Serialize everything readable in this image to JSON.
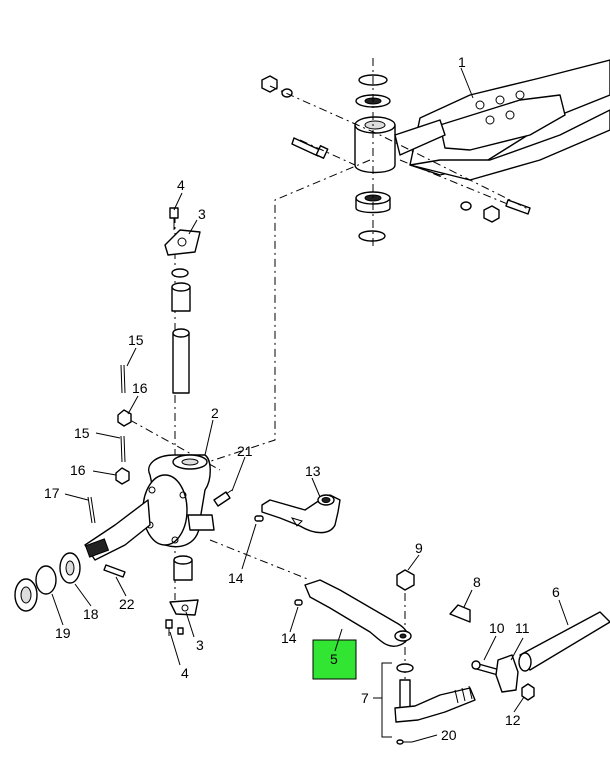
{
  "callouts": {
    "c1": "1",
    "c2": "2",
    "c3a": "3",
    "c3b": "3",
    "c4a": "4",
    "c4b": "4",
    "c5": "5",
    "c6": "6",
    "c7": "7",
    "c8": "8",
    "c9": "9",
    "c10": "10",
    "c11": "11",
    "c12": "12",
    "c13": "13",
    "c14a": "14",
    "c14b": "14",
    "c15a": "15",
    "c15b": "15",
    "c16a": "16",
    "c16b": "16",
    "c17": "17",
    "c18": "18",
    "c19": "19",
    "c20": "20",
    "c21": "21",
    "c22": "22"
  },
  "highlight": {
    "part": "5",
    "color": "#33e533"
  }
}
